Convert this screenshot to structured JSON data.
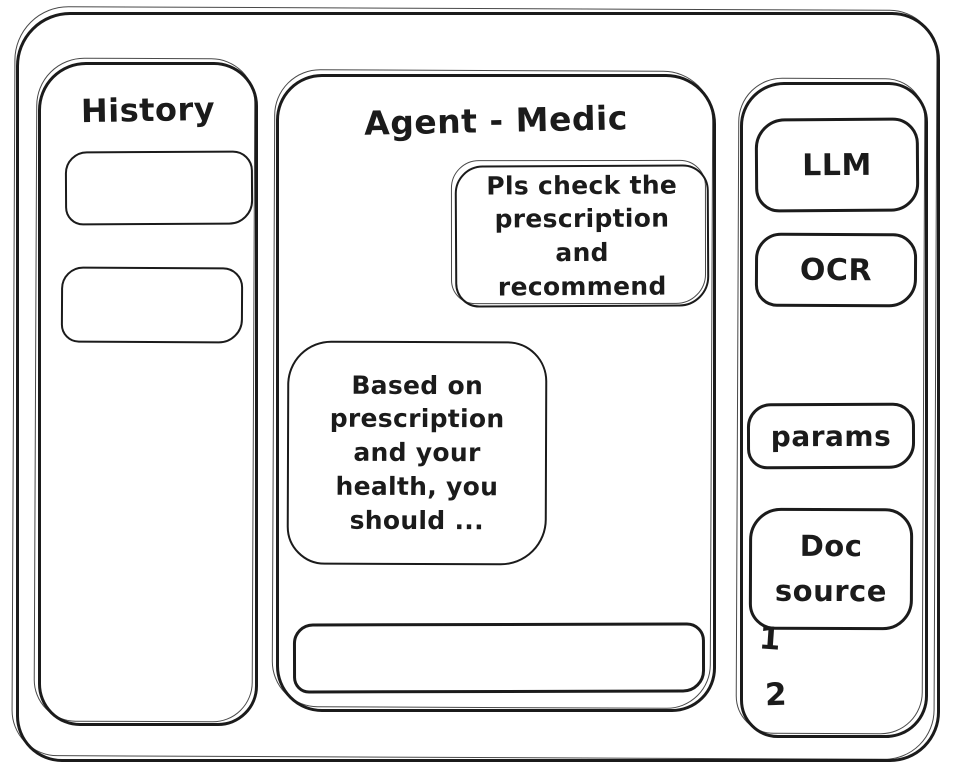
{
  "colors": {
    "ink": "#1b1b1b",
    "background": "#ffffff"
  },
  "history_panel": {
    "title": "History",
    "items": [
      {
        "label": ""
      },
      {
        "label": ""
      }
    ]
  },
  "chat_panel": {
    "title": "Agent - Medic",
    "messages": [
      {
        "role": "user",
        "text": "Pls check the prescription and recommend"
      },
      {
        "role": "agent",
        "text": "Based on prescription and your health, you should ..."
      }
    ],
    "input": {
      "value": "",
      "placeholder": ""
    }
  },
  "tools_panel": {
    "buttons": [
      {
        "label": "LLM"
      },
      {
        "label": "OCR"
      },
      {
        "label": "params"
      },
      {
        "label": "Doc source"
      }
    ],
    "doc_list": [
      "1",
      "2"
    ]
  }
}
